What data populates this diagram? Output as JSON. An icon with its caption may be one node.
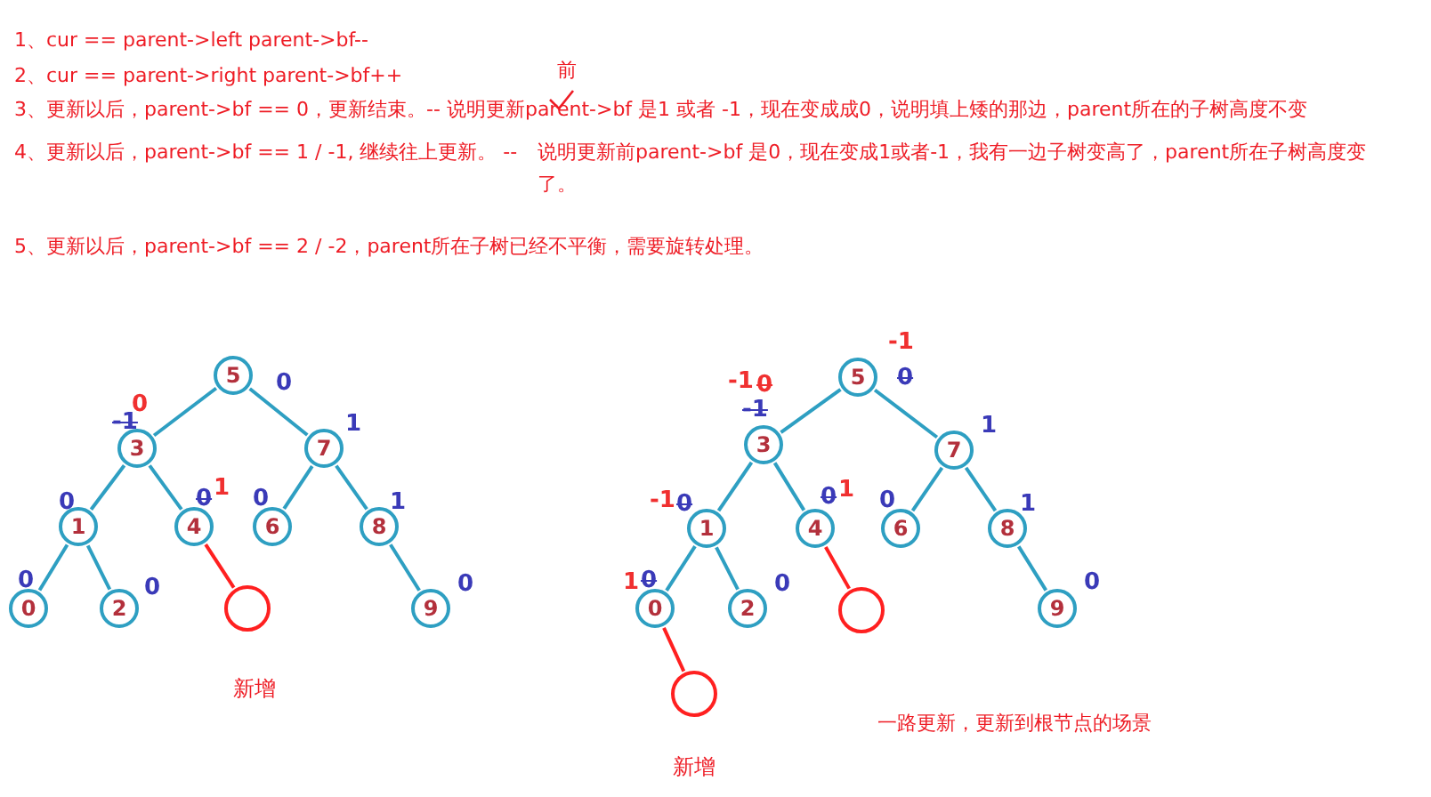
{
  "diagram": {
    "nodes": [
      {
        "text": [
          "5"
        ],
        "beside": [
          "0"
        ]
      },
      {
        "text": [
          "3"
        ],
        "beside": [
          "-1",
          "0"
        ]
      },
      {
        "text": [
          "7"
        ],
        "beside": [
          "1"
        ]
      },
      {
        "text": [
          "1"
        ],
        "beside": [
          "0"
        ]
      },
      {
        "text": [
          "4"
        ],
        "beside": [
          "0",
          "1"
        ]
      },
      {
        "text": [
          "6"
        ],
        "beside": [
          "0"
        ]
      },
      {
        "text": [
          "8"
        ],
        "beside": [
          "1"
        ]
      },
      {
        "text": [
          "0"
        ],
        "beside": [
          "0"
        ]
      },
      {
        "text": [
          "2"
        ],
        "beside": [
          "0"
        ]
      },
      {
        "text": [
          "9"
        ],
        "beside": [
          "0"
        ]
      },
      {
        "text": [],
        "shape": "circle",
        "beside": [
          "新增"
        ]
      },
      {
        "text": [
          "5"
        ],
        "beside": [
          "-1",
          "0"
        ]
      },
      {
        "text": [
          "3"
        ],
        "beside": [
          "-1",
          "0",
          "-1"
        ]
      },
      {
        "text": [
          "7"
        ],
        "beside": [
          "1"
        ]
      },
      {
        "text": [
          "1"
        ],
        "beside": [
          "-1",
          "0"
        ]
      },
      {
        "text": [
          "4"
        ],
        "beside": [
          "0",
          "1"
        ]
      },
      {
        "text": [
          "6"
        ],
        "beside": [
          "0"
        ]
      },
      {
        "text": [
          "8"
        ],
        "beside": [
          "1"
        ]
      },
      {
        "text": [
          "0"
        ],
        "beside": [
          "1",
          "0"
        ]
      },
      {
        "text": [
          "2"
        ],
        "beside": [
          "0"
        ]
      },
      {
        "text": [
          "9"
        ],
        "beside": [
          "0"
        ]
      },
      {
        "text": [],
        "shape": "circle"
      },
      {
        "text": [],
        "shape": "circle",
        "beside": [
          "新增"
        ]
      }
    ],
    "edges": [
      {
        "from": 0,
        "to": 1,
        "arrow": "none"
      },
      {
        "from": 0,
        "to": 2,
        "arrow": "none"
      },
      {
        "from": 1,
        "to": 3,
        "arrow": "none"
      },
      {
        "from": 1,
        "to": 4,
        "arrow": "none"
      },
      {
        "from": 2,
        "to": 5,
        "arrow": "none"
      },
      {
        "from": 2,
        "to": 6,
        "arrow": "none"
      },
      {
        "from": 3,
        "to": 7,
        "arrow": "none"
      },
      {
        "from": 3,
        "to": 8,
        "arrow": "none"
      },
      {
        "from": 6,
        "to": 9,
        "arrow": "none"
      },
      {
        "from": 4,
        "to": 10,
        "arrow": "none",
        "color": "#ff2020"
      },
      {
        "from": 11,
        "to": 12,
        "arrow": "none"
      },
      {
        "from": 11,
        "to": 13,
        "arrow": "none"
      },
      {
        "from": 12,
        "to": 14,
        "arrow": "none"
      },
      {
        "from": 12,
        "to": 15,
        "arrow": "none"
      },
      {
        "from": 13,
        "to": 16,
        "arrow": "none"
      },
      {
        "from": 13,
        "to": 17,
        "arrow": "none"
      },
      {
        "from": 14,
        "to": 18,
        "arrow": "none"
      },
      {
        "from": 14,
        "to": 19,
        "arrow": "none"
      },
      {
        "from": 17,
        "to": 20,
        "arrow": "none"
      },
      {
        "from": 15,
        "to": 21,
        "arrow": "none",
        "color": "#ff2020"
      },
      {
        "from": 18,
        "to": 22,
        "arrow": "none",
        "color": "#ff2020"
      }
    ],
    "labels": [
      "1、cur == parent->left  parent->bf--",
      "2、cur == parent->right  parent->bf++",
      "前",
      "3、更新以后，parent->bf  == 0，更新结束。-- 说明更新parent->bf  是1 或者 -1，现在变成成0，说明填上矮的那边，parent所在的子树高度不变",
      "4、更新以后，parent->bf == 1 / -1, 继续往上更新。 --",
      "说明更新前parent->bf 是0，现在变成1或者-1，我有一边子树变高了，parent所在子树高度变了。",
      "5、更新以后，parent->bf == 2 / -2，parent所在子树已经不平衡，需要旋转处理。",
      "一路更新，更新到根节点的场景"
    ]
  }
}
